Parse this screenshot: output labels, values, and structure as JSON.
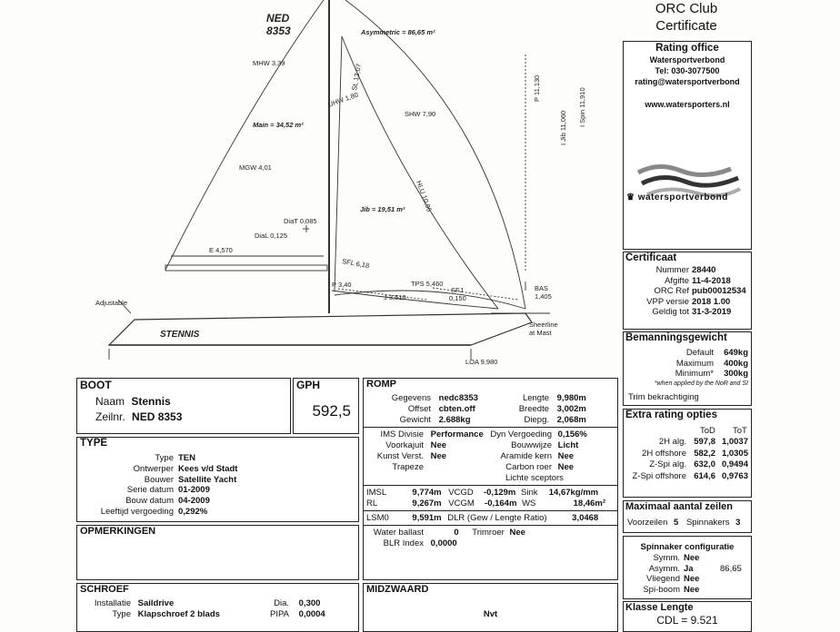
{
  "drawing": {
    "sail_number_line1": "NED",
    "sail_number_line2": "8353",
    "asymmetric": "Asymmetric = 86,65 m²",
    "main": "Main = 34,52 m²",
    "jib": "Jib = 19,51 m²",
    "mhw": "MHW 3,39",
    "mgw": "MGW 4,01",
    "sl": "SL 13,07",
    "uhw": "UHW 1,80",
    "shw": "SHW 7,90",
    "hlu": "HLU 10,96",
    "p": "P 11,130",
    "ijib": "I Jib 11,060",
    "ispin": "I Spin 11,910",
    "diat": "DiaT 0,085",
    "dial": "DiaL 0,125",
    "e": "E 4,570",
    "sfl": "SFL 6,18",
    "tps": "TPS 5,460",
    "sfj": "SFJ",
    "sfj_val": "0,150",
    "bas": "BAS",
    "bas_val": "1,405",
    "p_small": "P 3,40",
    "j": "J 3,510",
    "adjustable": "Adjustable",
    "boat_name": "STENNIS",
    "sheerline_1": "Sheerline",
    "sheerline_2": "at Mast",
    "loa": "LOA 9,980"
  },
  "cert_title_1": "ORC Club",
  "cert_title_2": "Certificate",
  "rating_office": {
    "title": "Rating office",
    "name": "Watersportverbond",
    "tel": "Tel: 030-3077500",
    "email": "rating@watersportverbond",
    "web": "www.watersporters.nl",
    "logo_text": "watersportverbond"
  },
  "certificaat": {
    "title": "Certificaat",
    "rows": [
      {
        "label": "Nummer",
        "value": "28440"
      },
      {
        "label": "Afgifte",
        "value": "11-4-2018"
      },
      {
        "label": "ORC Ref",
        "value": "pub00012534"
      },
      {
        "label": "VPP versie",
        "value": "2018 1.00"
      },
      {
        "label": "Geldig tot",
        "value": "31-3-2019"
      }
    ]
  },
  "bemanning": {
    "title": "Bemanningsgewicht",
    "rows": [
      {
        "label": "Default",
        "value": "649kg"
      },
      {
        "label": "Maximum",
        "value": "400kg"
      },
      {
        "label": "Minimum*",
        "value": "300kg"
      }
    ],
    "note": "*when applied by the NoR and SI",
    "trim": "Trim bekrachtiging"
  },
  "extra": {
    "title": "Extra rating opties",
    "col1": "ToD",
    "col2": "ToT",
    "rows": [
      {
        "label": "2H alg.",
        "tod": "597,8",
        "tot": "1,0037"
      },
      {
        "label": "2H offshore",
        "tod": "582,2",
        "tot": "1,0305"
      },
      {
        "label": "Z-Spi alg.",
        "tod": "632,0",
        "tot": "0,9494"
      },
      {
        "label": "Z-Spi offshore",
        "tod": "614,6",
        "tot": "0,9763"
      }
    ]
  },
  "zeilen": {
    "title": "Maximaal aantal zeilen",
    "voorzeilen_label": "Voorzeilen",
    "voorzeilen": "5",
    "spinnakers_label": "Spinnakers",
    "spinnakers": "3"
  },
  "spinnaker": {
    "title": "Spinnaker configuratie",
    "rows": [
      {
        "label": "Symm.",
        "value": "Nee",
        "extra": ""
      },
      {
        "label": "Asymm.",
        "value": "Ja",
        "extra": "86,65"
      },
      {
        "label": "Vliegend",
        "value": "Nee",
        "extra": ""
      },
      {
        "label": "Spi-boom",
        "value": "Nee",
        "extra": ""
      }
    ]
  },
  "klasse": {
    "title": "Klasse Lengte",
    "cdl": "CDL = 9.521"
  },
  "boot": {
    "title": "BOOT",
    "naam_label": "Naam",
    "naam": "Stennis",
    "zeilnr_label": "Zeilnr.",
    "zeilnr": "NED 8353"
  },
  "gph": {
    "title": "GPH",
    "value": "592,5"
  },
  "type": {
    "title": "TYPE",
    "rows": [
      {
        "label": "Type",
        "value": "TEN"
      },
      {
        "label": "Ontwerper",
        "value": "Kees v/d Stadt"
      },
      {
        "label": "Bouwer",
        "value": "Satellite Yacht"
      },
      {
        "label": "Serie datum",
        "value": "01-2009"
      },
      {
        "label": "Bouw datum",
        "value": "04-2009"
      },
      {
        "label": "Leeftijd vergoeding",
        "value": "0,292%"
      }
    ]
  },
  "opmerkingen": {
    "title": "OPMERKINGEN"
  },
  "schroef": {
    "title": "SCHROEF",
    "installatie_label": "Installatie",
    "installatie": "Saildrive",
    "type_label": "Type",
    "type": "Klapschroef 2 blads",
    "dia_label": "Dia.",
    "dia": "0,300",
    "pipa_label": "PIPA",
    "pipa": "0,0004"
  },
  "romp": {
    "title": "ROMP",
    "gegevens_label": "Gegevens",
    "gegevens": "nedc8353",
    "offset_label": "Offset",
    "offset": "cbten.off",
    "gewicht_label": "Gewicht",
    "gewicht": "2.688kg",
    "lengte_label": "Lengte",
    "lengte": "9,980m",
    "breedte_label": "Breedte",
    "breedte": "3,002m",
    "diepg_label": "Diepg.",
    "diepg": "2,068m",
    "ims_label": "IMS Divisie",
    "ims": "Performance",
    "voorkajuit_label": "Voorkajuit",
    "voorkajuit": "Nee",
    "kunst_label": "Kunst Verst.",
    "kunst": "Nee",
    "trapeze_label": "Trapeze",
    "dyn_label": "Dyn Vergoeding",
    "dyn": "0,156%",
    "bouwwijze_label": "Bouwwijze",
    "bouwwijze": "Licht",
    "aramide_label": "Aramide kern",
    "aramide": "Nee",
    "carbon_label": "Carbon roer",
    "carbon": "Nee",
    "lichte": "Lichte sceptors",
    "imsl_label": "IMSL",
    "imsl": "9,774m",
    "vcgd_label": "VCGD",
    "vcgd": "-0,129m",
    "sink_label": "Sink",
    "sink": "14,67kg/mm",
    "rl_label": "RL",
    "rl": "9,267m",
    "vcgm_label": "VCGM",
    "vcgm": "-0,164m",
    "ws_label": "WS",
    "ws": "18,46m²",
    "lsm_label": "LSM0",
    "lsm": "9,591m",
    "dlr_label": "DLR (Gew / Lengte Ratio)",
    "dlr": "3,0468",
    "waterballast_label": "Water ballast",
    "waterballast": "0",
    "trimroer_label": "Trimroer",
    "trimroer": "Nee",
    "blr_label": "BLR Index",
    "blr": "0,0000"
  },
  "midzwaard": {
    "title": "MIDZWAARD",
    "value": "Nvt"
  }
}
